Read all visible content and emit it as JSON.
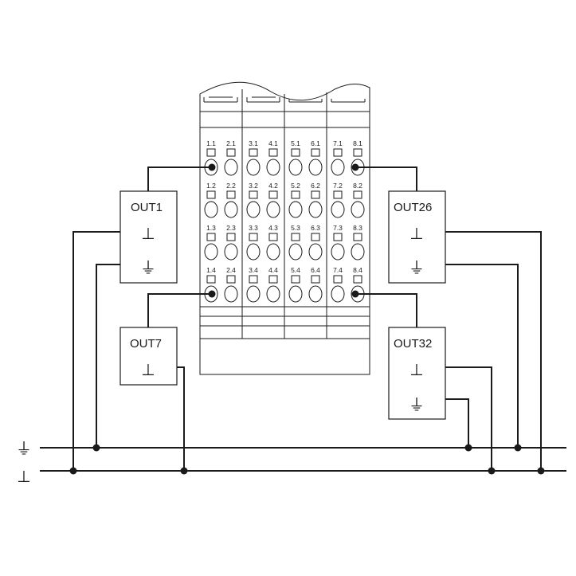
{
  "terminal_labels": [
    [
      "1.1",
      "2.1",
      "3.1",
      "4.1",
      "5.1",
      "6.1",
      "7.1",
      "8.1"
    ],
    [
      "1.2",
      "2.2",
      "3.2",
      "4.2",
      "5.2",
      "6.2",
      "7.2",
      "8.2"
    ],
    [
      "1.3",
      "2.3",
      "3.3",
      "4.3",
      "5.3",
      "6.3",
      "7.3",
      "8.3"
    ],
    [
      "1.4",
      "2.4",
      "3.4",
      "4.4",
      "5.4",
      "6.4",
      "7.4",
      "8.4"
    ]
  ],
  "outputs": {
    "out1": "OUT1",
    "out7": "OUT7",
    "out26": "OUT26",
    "out32": "OUT32"
  },
  "symbols": {
    "ground": "⊥",
    "protective_earth": "⏚"
  },
  "colors": {
    "line": "#1a1a1a",
    "background": "#ffffff"
  }
}
